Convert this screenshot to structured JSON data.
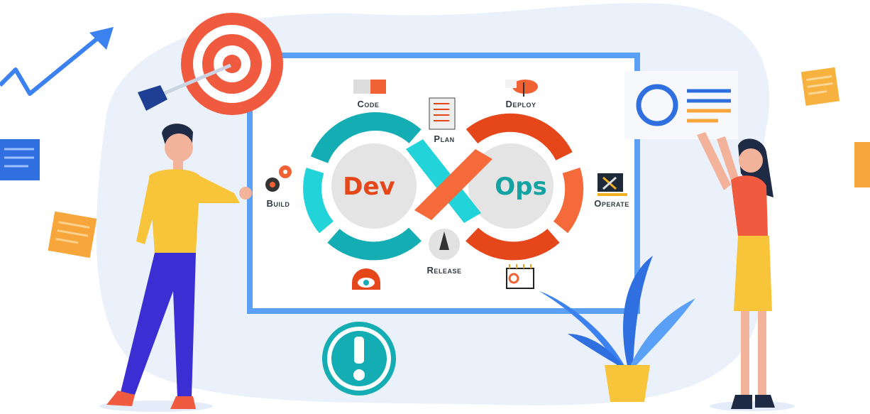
{
  "diagram": {
    "center_left": "Dev",
    "center_right": "Ops",
    "stages": {
      "code": "Code",
      "plan": "Plan",
      "deploy": "Deploy",
      "build": "Build",
      "operate": "Operate",
      "release": "Release"
    }
  },
  "colors": {
    "frame": "#5aa0f7",
    "teal": "#13adb3",
    "orange": "#e5471b",
    "background_blob": "#eaf1fb"
  }
}
